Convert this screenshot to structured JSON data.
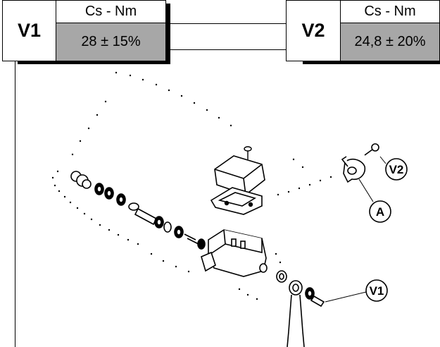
{
  "torque_table": [
    {
      "id": "V1",
      "header": "Cs - Nm",
      "value": "28 ± 15%"
    },
    {
      "id": "V2",
      "header": "Cs - Nm",
      "value": "24,8 ± 20%"
    }
  ],
  "callouts": {
    "v2": "V2",
    "a": "A",
    "v1": "V1"
  }
}
